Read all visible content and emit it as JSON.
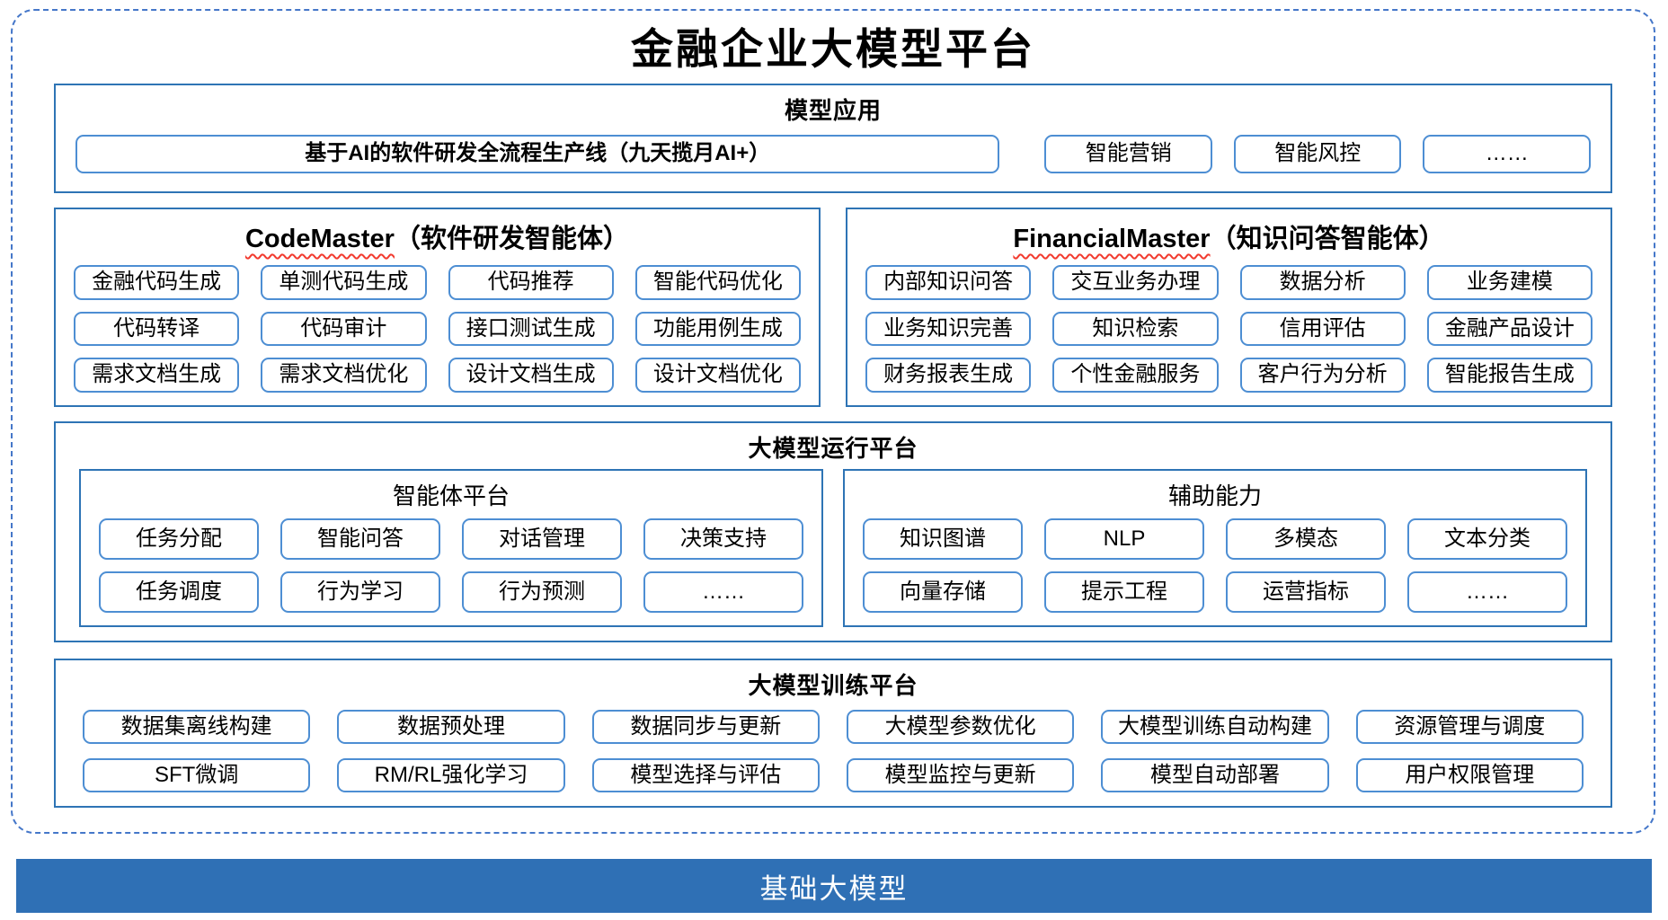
{
  "title": "金融企业大模型平台",
  "colors": {
    "box_border": "#2e74b5",
    "chip_border": "#4d8ed3",
    "dashed_frame": "#4577c9",
    "footer_bar": "#2f70b5",
    "spellcheck_squiggle": "#f23a2e"
  },
  "model_app": {
    "title": "模型应用",
    "pipeline_button": "基于AI的软件研发全流程生产线（九天揽月AI+）",
    "buttons": [
      "智能营销",
      "智能风控",
      "……"
    ]
  },
  "codemaster": {
    "title_en": "CodeMaster",
    "title_suffix": "（软件研发智能体）",
    "buttons": [
      "金融代码生成",
      "单测代码生成",
      "代码推荐",
      "智能代码优化",
      "代码转译",
      "代码审计",
      "接口测试生成",
      "功能用例生成",
      "需求文档生成",
      "需求文档优化",
      "设计文档生成",
      "设计文档优化"
    ]
  },
  "financialmaster": {
    "title_en": "FinancialMaster",
    "title_suffix": "（知识问答智能体）",
    "buttons": [
      "内部知识问答",
      "交互业务办理",
      "数据分析",
      "业务建模",
      "业务知识完善",
      "知识检索",
      "信用评估",
      "金融产品设计",
      "财务报表生成",
      "个性金融服务",
      "客户行为分析",
      "智能报告生成"
    ]
  },
  "runtime": {
    "title": "大模型运行平台",
    "agent_platform": {
      "title": "智能体平台",
      "buttons": [
        "任务分配",
        "智能问答",
        "对话管理",
        "决策支持",
        "任务调度",
        "行为学习",
        "行为预测",
        "……"
      ]
    },
    "auxiliary": {
      "title": "辅助能力",
      "buttons": [
        "知识图谱",
        "NLP",
        "多模态",
        "文本分类",
        "向量存储",
        "提示工程",
        "运营指标",
        "……"
      ]
    }
  },
  "training": {
    "title": "大模型训练平台",
    "buttons": [
      "数据集离线构建",
      "数据预处理",
      "数据同步与更新",
      "大模型参数优化",
      "大模型训练自动构建",
      "资源管理与调度",
      "SFT微调",
      "RM/RL强化学习",
      "模型选择与评估",
      "模型监控与更新",
      "模型自动部署",
      "用户权限管理"
    ]
  },
  "foundation": {
    "title": "基础大模型"
  }
}
